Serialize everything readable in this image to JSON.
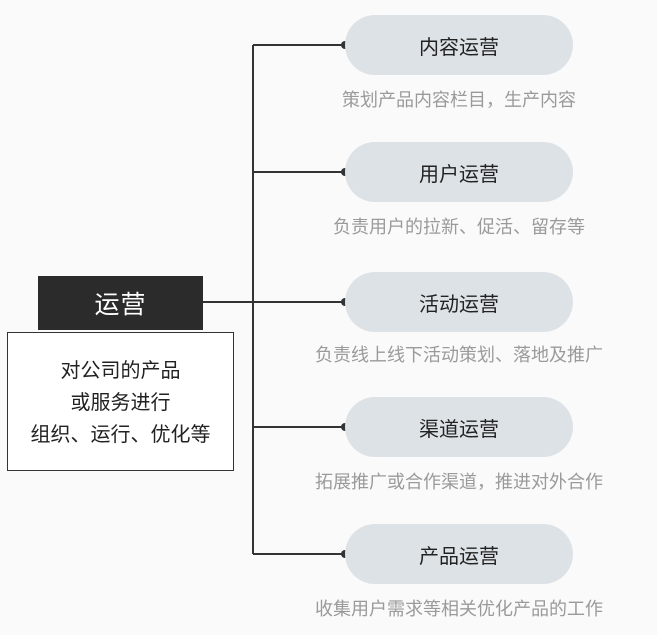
{
  "root": {
    "title": "运营",
    "description": [
      "对公司的产品",
      "或服务进行",
      "组织、运行、优化等"
    ]
  },
  "branches": [
    {
      "title": "内容运营",
      "desc": "策划产品内容栏目，生产内容"
    },
    {
      "title": "用户运营",
      "desc": "负责用户的拉新、促活、留存等"
    },
    {
      "title": "活动运营",
      "desc": "负责线上线下活动策划、落地及推广"
    },
    {
      "title": "渠道运营",
      "desc": "拓展推广或合作渠道，推进对外合作"
    },
    {
      "title": "产品运营",
      "desc": "收集用户需求等相关优化产品的工作"
    }
  ],
  "colors": {
    "root_fill": "#2b2b2b",
    "pill_fill": "#dde2e7",
    "line": "#333333",
    "desc_text": "#9a9a9a"
  }
}
